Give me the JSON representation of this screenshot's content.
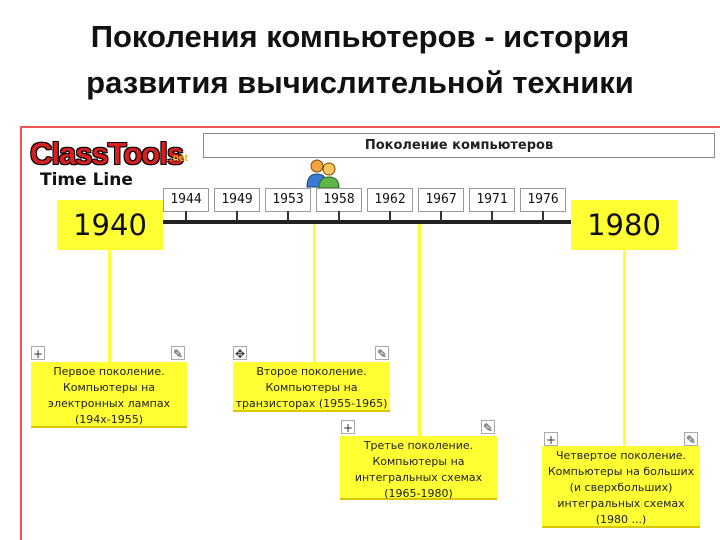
{
  "slide": {
    "title_line1": "Поколения компьютеров - история",
    "title_line2": "развития вычислительной техники"
  },
  "logo": {
    "brand": "ClassTools",
    "suffix": ".net",
    "caption": "Time Line"
  },
  "header": {
    "title": "Поколение компьютеров"
  },
  "timeline": {
    "start_year": "1940",
    "end_year": "1980",
    "years": [
      "1944",
      "1949",
      "1953",
      "1958",
      "1962",
      "1967",
      "1971",
      "1976"
    ]
  },
  "cards": [
    {
      "text": "Первое поколение. Компьютеры на электронных лампах (194х-1955)",
      "ctrl_left": "+",
      "ctrl_right": "✎"
    },
    {
      "text": "Второе поколение. Компьютеры на транзисторах (1955-1965)",
      "ctrl_left": "✥",
      "ctrl_right": "✎"
    },
    {
      "text": "Третье поколение. Компьютеры на интегральных схемах (1965-1980)",
      "ctrl_left": "+",
      "ctrl_right": "✎"
    },
    {
      "text": "Четвертое поколение. Компьютеры на больших (и сверхбольших) интегральных схемах (1980 ...)",
      "ctrl_left": "+",
      "ctrl_right": "✎"
    }
  ],
  "colors": {
    "card": "#ffff33",
    "frame": "#e55555",
    "logo": "#d81e1e"
  },
  "icons": {
    "users": "users-icon",
    "edit": "pencil-icon",
    "expand": "plus-icon",
    "move": "move-icon"
  }
}
